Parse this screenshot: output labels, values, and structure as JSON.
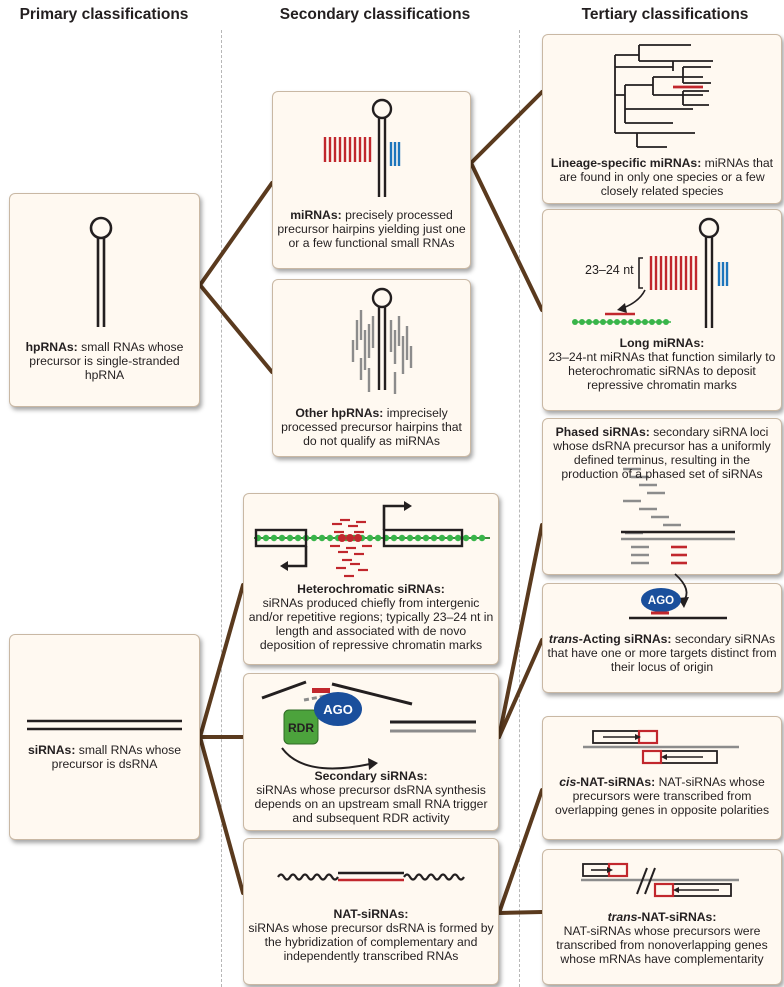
{
  "headers": {
    "primary": "Primary classifications",
    "secondary": "Secondary classifications",
    "tertiary": "Tertiary classifications"
  },
  "primary": {
    "hprna": {
      "term": "hpRNAs:",
      "desc": " small RNAs whose precursor is single-stranded hpRNA"
    },
    "sirna": {
      "term": "siRNAs:",
      "desc": " small RNAs whose precursor is dsRNA"
    }
  },
  "secondary": {
    "mirna": {
      "term": "miRNAs:",
      "desc": " precisely processed precursor hairpins yielding just one or a few functional small RNAs"
    },
    "other_hp": {
      "term": "Other hpRNAs:",
      "desc": " imprecisely processed precursor hairpins that do not qualify as miRNAs"
    },
    "hetero": {
      "term": "Heterochromatic siRNAs:",
      "desc": "siRNAs produced chiefly from intergenic and/or repetitive regions; typically 23–24 nt in length and associated with de novo deposition of repressive chromatin marks"
    },
    "secondary_si": {
      "term": "Secondary siRNAs:",
      "desc": "siRNAs whose precursor dsRNA synthesis depends on an upstream small RNA trigger and subsequent RDR activity"
    },
    "nat": {
      "term": "NAT-siRNAs:",
      "desc": "siRNAs whose precursor dsRNA is formed by the hybridization of complementary and independently transcribed RNAs"
    }
  },
  "tertiary": {
    "lineage": {
      "term": "Lineage-specific miRNAs:",
      "desc": " miRNAs that are found in only one species or a few closely related species"
    },
    "long": {
      "term": "Long miRNAs:",
      "desc": "23–24-nt miRNAs that function similarly to heterochromatic siRNAs to deposit repressive chromatin marks"
    },
    "phased": {
      "term": "Phased siRNAs:",
      "desc": " secondary siRNA loci whose dsRNA precursor has a uniformly defined terminus, resulting in the production of a phased set of siRNAs"
    },
    "trans_acting": {
      "term_italic": "trans",
      "term": "-Acting siRNAs:",
      "desc": " secondary siRNAs that have one or more targets distinct from their locus of origin"
    },
    "cis_nat": {
      "term_italic": "cis",
      "term": "-NAT-siRNAs:",
      "desc": " NAT-siRNAs whose precursors were transcribed from overlapping genes in opposite polarities"
    },
    "trans_nat": {
      "term_italic": "trans",
      "term": "-NAT-siRNAs:",
      "desc": "NAT-siRNAs whose precursors were transcribed from nonoverlapping genes whose mRNAs have complementarity"
    }
  },
  "labels": {
    "nt_23_24": "23–24 nt",
    "ago": "AGO",
    "rdr": "RDR"
  },
  "colors": {
    "connector": "#5a3a1e",
    "red": "#c1272d",
    "blue": "#1c75bc",
    "green": "#39b54a",
    "box_bg": "#fff9f1",
    "ago_blue": "#1a4f9c",
    "rdr_green": "#4ca33c"
  }
}
